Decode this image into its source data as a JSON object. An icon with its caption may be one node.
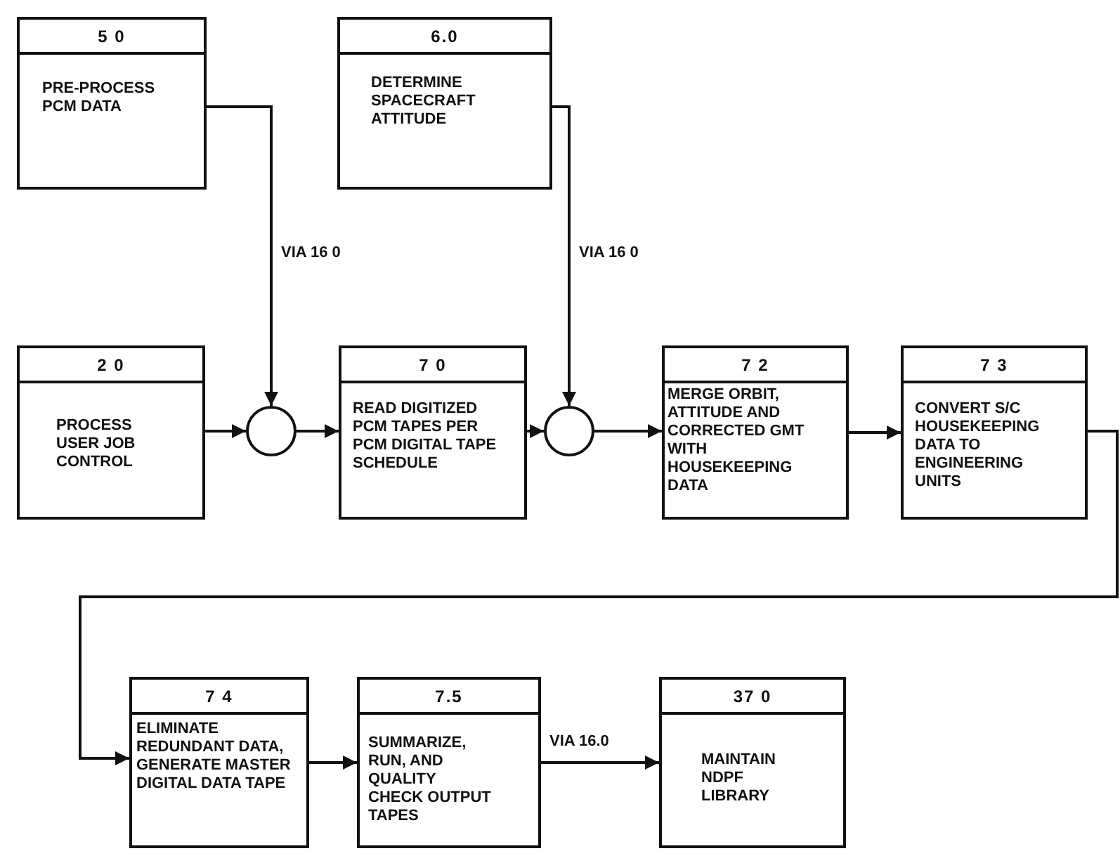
{
  "diagram": {
    "nodes": [
      {
        "text": [
          "5 0",
          "PRE-PROCESS PCM DATA"
        ]
      },
      {
        "text": [
          "6.0",
          "DETERMINE SPACECRAFT ATTITUDE"
        ]
      },
      {
        "text": [
          "2 0",
          "PROCESS USER JOB CONTROL"
        ]
      },
      {
        "text": [],
        "shape": "circle"
      },
      {
        "text": [
          "7 0",
          "READ DIGITIZED PCM TAPES PER PCM DIGITAL TAPE SCHEDULE"
        ]
      },
      {
        "text": [],
        "shape": "circle"
      },
      {
        "text": [
          "7 2",
          "MERGE ORBIT, ATTITUDE AND CORRECTED GMT WITH HOUSEKEEPING DATA"
        ]
      },
      {
        "text": [
          "7 3",
          "CONVERT S/C HOUSEKEEPING DATA TO ENGINEERING UNITS"
        ]
      },
      {
        "text": [
          "7 4",
          "ELIMINATE REDUNDANT DATA, GENERATE MASTER DIGITAL DATA TAPE"
        ]
      },
      {
        "text": [
          "7.5",
          "SUMMARIZE, RUN, AND QUALITY CHECK OUTPUT TAPES"
        ]
      },
      {
        "text": [
          "37 0",
          "MAINTAIN NDPF LIBRARY"
        ]
      }
    ],
    "edges": [
      {
        "from": 0,
        "to": 3,
        "arrow": "to",
        "label": "VIA 16 0"
      },
      {
        "from": 1,
        "to": 5,
        "arrow": "to",
        "label": "VIA 16 0"
      },
      {
        "from": 2,
        "to": 3,
        "arrow": "to"
      },
      {
        "from": 3,
        "to": 4,
        "arrow": "to"
      },
      {
        "from": 4,
        "to": 5,
        "arrow": "to"
      },
      {
        "from": 5,
        "to": 6,
        "arrow": "to"
      },
      {
        "from": 6,
        "to": 7,
        "arrow": "to"
      },
      {
        "from": 7,
        "to": 8,
        "arrow": "to"
      },
      {
        "from": 8,
        "to": 9,
        "arrow": "to"
      },
      {
        "from": 9,
        "to": 10,
        "arrow": "to",
        "label": "VIA 16.0"
      }
    ]
  }
}
